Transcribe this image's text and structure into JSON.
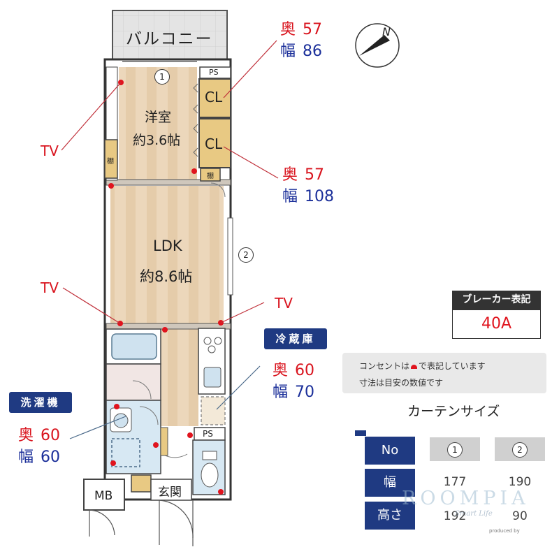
{
  "rooms": {
    "balcony": "バルコニー",
    "western_room_name": "洋室",
    "western_room_size": "約3.6帖",
    "ldk_name": "LDK",
    "ldk_size": "約8.6帖",
    "entrance": "玄関",
    "mb": "MB",
    "ps_top": "PS",
    "ps_bottom": "PS",
    "cl_top": "CL",
    "cl_bottom": "CL",
    "shelf_left": "棚",
    "shelf_right": "棚",
    "window_1": "1",
    "window_2": "2"
  },
  "tv_labels": [
    "TV",
    "TV",
    "TV"
  ],
  "closet_top": {
    "depth_label": "奥",
    "depth": "57",
    "width_label": "幅",
    "width": "86"
  },
  "closet_bottom": {
    "depth_label": "奥",
    "depth": "57",
    "width_label": "幅",
    "width": "108"
  },
  "fridge": {
    "title": "冷蔵庫",
    "depth_label": "奥",
    "depth": "60",
    "width_label": "幅",
    "width": "70"
  },
  "washer": {
    "title": "洗濯機",
    "depth_label": "奥",
    "depth": "60",
    "width_label": "幅",
    "width": "60"
  },
  "breaker": {
    "title": "ブレーカー表記",
    "value": "40A"
  },
  "notes": {
    "line1_a": "コンセントは",
    "line1_b": "で表記しています",
    "line2": "寸法は目安の数値です"
  },
  "curtain": {
    "title": "カーテンサイズ",
    "head_no": "No",
    "head_width": "幅",
    "head_height": "高さ",
    "col1_no": "1",
    "col2_no": "2",
    "col1_width": "177",
    "col2_width": "190",
    "col1_height": "192",
    "col2_height": "90"
  },
  "compass": "N",
  "watermark": {
    "brand": "ROOMPIA",
    "tagline": "Smart Life",
    "produced": "produced by"
  },
  "colors": {
    "outlet_red": "#e0141e",
    "depth_red": "#d9141e",
    "width_blue": "#1b2f9a",
    "badge_navy": "#1f3a82",
    "floor_wood": "#e9d3b5"
  }
}
